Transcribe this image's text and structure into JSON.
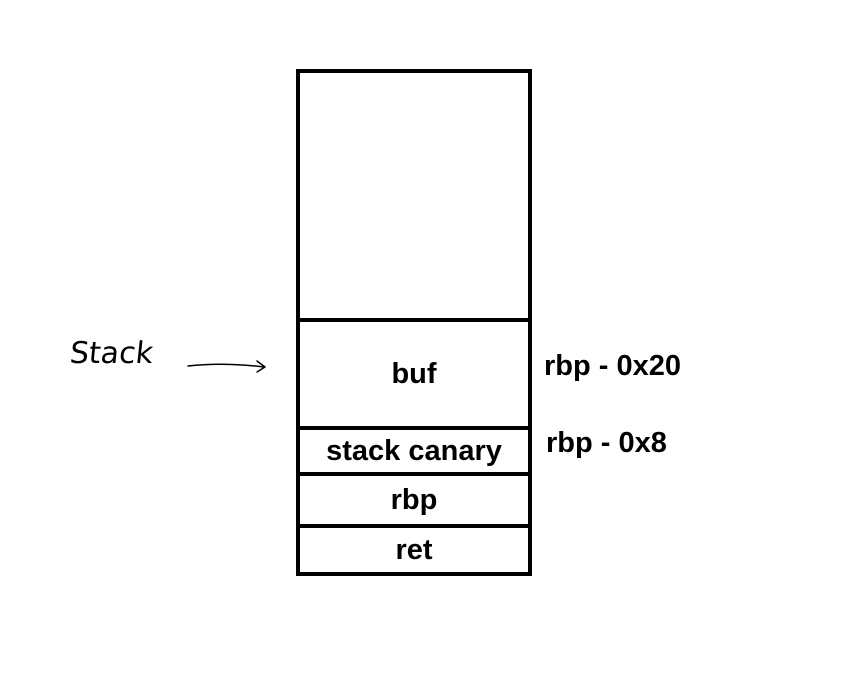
{
  "annotation": {
    "label": "Stack"
  },
  "slots": [
    {
      "label": ""
    },
    {
      "label": "buf"
    },
    {
      "label": "stack canary"
    },
    {
      "label": "rbp"
    },
    {
      "label": "ret"
    }
  ],
  "offsets": {
    "buf": "rbp - 0x20",
    "canary": "rbp - 0x8"
  },
  "colors": {
    "line": "#000000",
    "background": "#ffffff"
  }
}
